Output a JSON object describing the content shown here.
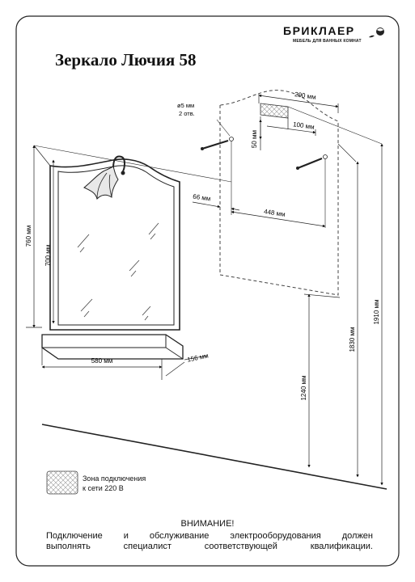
{
  "brand": {
    "name": "БРИКЛАЕР",
    "tagline": "МЕБЕЛЬ ДЛЯ ВАННЫХ КОМНАТ",
    "logo_icon": "rose-icon"
  },
  "title": "Зеркало Лючия 58",
  "dimensions": {
    "mirror_width": "580 мм",
    "shelf_depth": "156 мм",
    "height_total": "760 мм",
    "height_glass": "700 мм",
    "hole_diameter": "ø5 мм",
    "hole_count": "2 отв.",
    "zone_width": "290 мм",
    "zone_height": "50 мм",
    "zone_offset": "100 мм",
    "edge_offset": "66 мм",
    "hole_spacing": "448 мм",
    "floor_to_holes": "1240 мм",
    "floor_to_bottom_top": "1830 мм",
    "floor_to_top": "1910 мм"
  },
  "legend": {
    "line1": "Зона подключения",
    "line2": "к сети 220 В"
  },
  "warning": {
    "title": "ВНИМАНИЕ!",
    "line1": "Подключение и обслуживание электрооборудования должен",
    "line2": "выполнять специалист соответствующей квалификации."
  }
}
